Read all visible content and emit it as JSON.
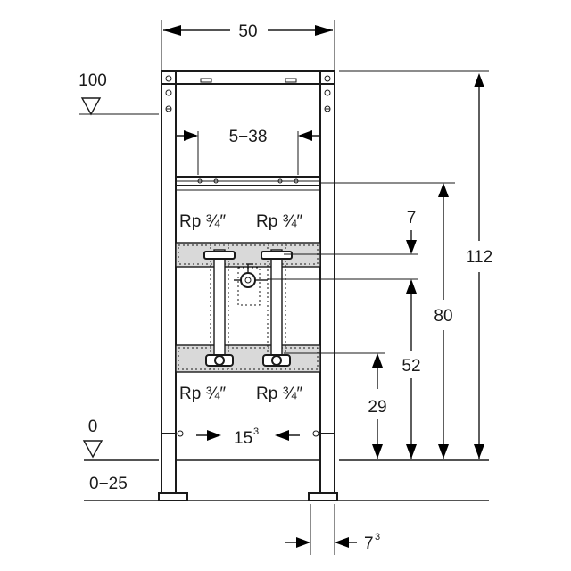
{
  "dimensions": {
    "width": "50",
    "clamp_range": "5−38",
    "total_height": "112",
    "height_80": "80",
    "height_52": "52",
    "height_29": "29",
    "offset_7": "7",
    "spacing_base": "15",
    "spacing_exp": "3",
    "foot_base": "7",
    "foot_exp": "3"
  },
  "levels": {
    "top_level": "100",
    "floor_level": "0",
    "adjust_range": "0−25"
  },
  "connections": {
    "top_left": "Rp ¾″",
    "top_right": "Rp ¾″",
    "bottom_left": "Rp ¾″",
    "bottom_right": "Rp ¾″"
  }
}
